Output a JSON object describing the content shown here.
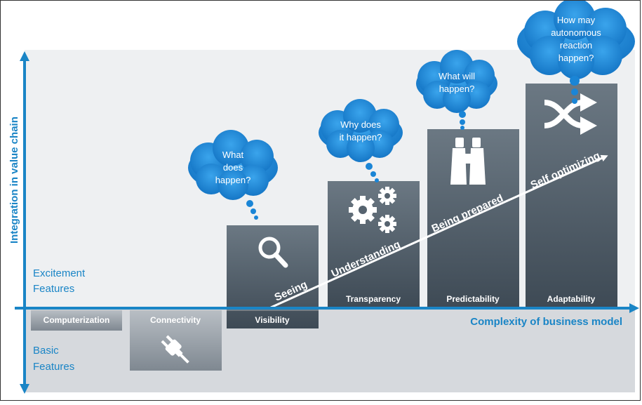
{
  "axes": {
    "y_label": "Integration in value chain",
    "x_label": "Complexity of business model"
  },
  "zones": {
    "upper": "Excitement Features",
    "lower": "Basic Features"
  },
  "stages": [
    {
      "name": "Computerization",
      "icon": "none"
    },
    {
      "name": "Connectivity",
      "icon": "plug-icon"
    },
    {
      "name": "Visibility",
      "icon": "magnifier-icon",
      "thought": "What does happen?",
      "step": "Seeing"
    },
    {
      "name": "Transparency",
      "icon": "gears-icon",
      "thought": "Why does it happen?",
      "step": "Understanding"
    },
    {
      "name": "Predictability",
      "icon": "binoculars-icon",
      "thought": "What will happen?",
      "step": "Being prepared"
    },
    {
      "name": "Adaptability",
      "icon": "shuffle-icon",
      "thought": "How may autonomous reaction happen?",
      "step": "Self optimizing"
    }
  ],
  "colors": {
    "axis": "#1a85c6",
    "bar_dark": "#4e5d6a",
    "bar_light": "#9aa2aa",
    "cloud": "#1a85d6",
    "upper_bg": "#eef0f2",
    "lower_bg": "#d6d9dd"
  }
}
